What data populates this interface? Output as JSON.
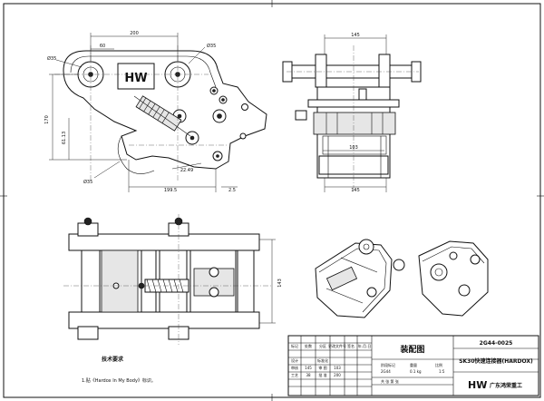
{
  "front_view": {
    "dims": {
      "width_top": "200",
      "width_pin": "60",
      "height_total": "170",
      "height_partial": "61.13",
      "width_bottom": "199.5",
      "offset": "2.5",
      "angle": "22.49"
    },
    "dia": {
      "pin_left": "Ø35",
      "pin_right": "Ø35",
      "hole_bottom": "Ø35"
    }
  },
  "side_view": {
    "dims": {
      "width_top": "145",
      "width_mid": "103",
      "width_bottom": "145"
    }
  },
  "top_view": {
    "dims": {
      "height": "143"
    }
  },
  "notes": {
    "title": "技术要求",
    "line1": "1.贴《Hardox In My Body》标识。"
  },
  "title_block": {
    "heading": "装配图",
    "drawing_no": "2G44-0025",
    "product_name": "SK30快速连接器(HARDOX)",
    "company": "广东鸿荣重工",
    "logo": "HW",
    "scale": "1:5",
    "rev_cols": [
      "标记",
      "处数",
      "分区",
      "更改文件号",
      "签名",
      "年.月.日"
    ],
    "rows": [
      {
        "label": "设计",
        "v1": "",
        "label2": "标准化",
        "v2": ""
      },
      {
        "label": "审核",
        "v1": "145",
        "label2": "审 图",
        "v2": "103"
      },
      {
        "label": "工艺",
        "v1": "38",
        "label2": "批 准",
        "v2": "200"
      }
    ],
    "stage_label": "阶段标记",
    "weight_label": "重量",
    "scale_label": "比例",
    "sheet_label": "共 张 第 张",
    "stage_value": "2G44",
    "unit": "0.1 kg"
  }
}
